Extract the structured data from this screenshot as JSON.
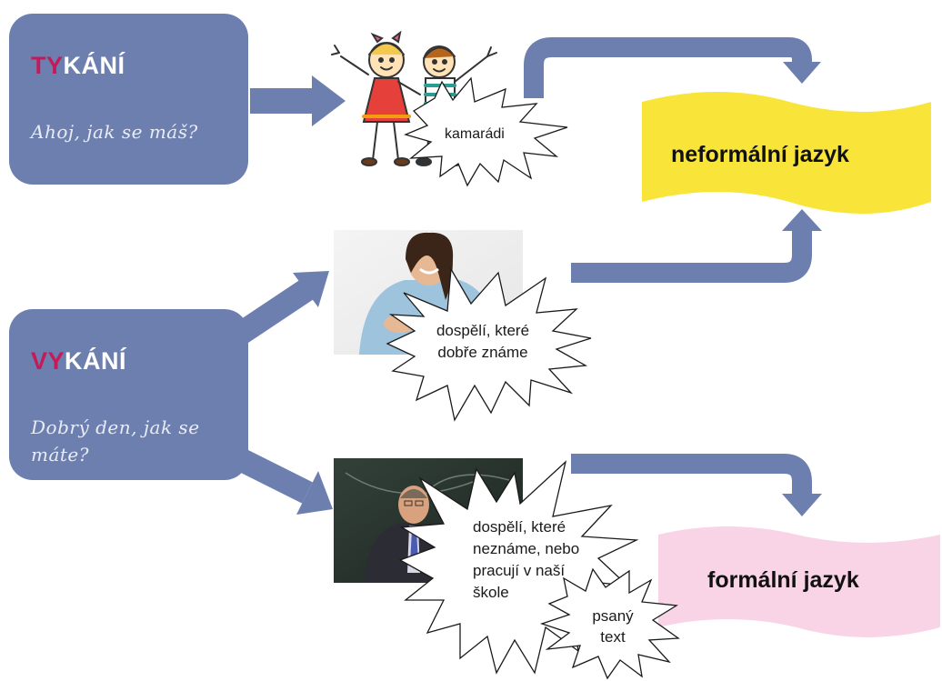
{
  "tykani": {
    "accent": "TY",
    "rest": "KÁNÍ",
    "phrase": "Ahoj, jak se máš?"
  },
  "vykani": {
    "accent": "VY",
    "rest": "KÁNÍ",
    "phrase": "Dobrý den, jak se máte?"
  },
  "bursts": {
    "friends": "kamarádi",
    "known_adults": "dospělí, které dobře známe",
    "unknown_adults": "dospělí, které neznáme, nebo pracují v naší škole",
    "written": "psaný text"
  },
  "results": {
    "informal": "neformální jazyk",
    "formal": "formální jazyk"
  },
  "colors": {
    "box": "#6c7fae",
    "arrow": "#6c7fae",
    "accent": "#c41a5a",
    "informal_banner": "#f9e43a",
    "formal_banner": "#f9d3e6"
  }
}
